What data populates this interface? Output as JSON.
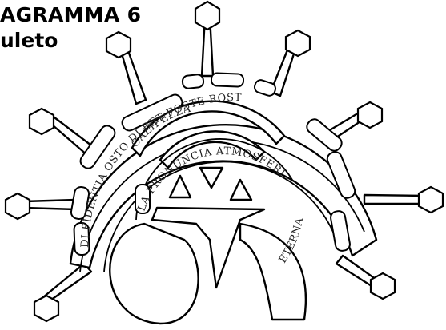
{
  "caption": {
    "line1": "AGRAMMA 6",
    "line2": "uleto"
  },
  "rings": {
    "outer_text": "DI FIDENTIA OSTO DI BET FOSTE ROST",
    "middle_text": "CALIFEZZA",
    "inner_text": "LA PRONUNCIA ATMOSFERICA",
    "innermost_text": "ETERNA"
  },
  "palette": {
    "ink": "#000000",
    "paper": "#ffffff"
  }
}
